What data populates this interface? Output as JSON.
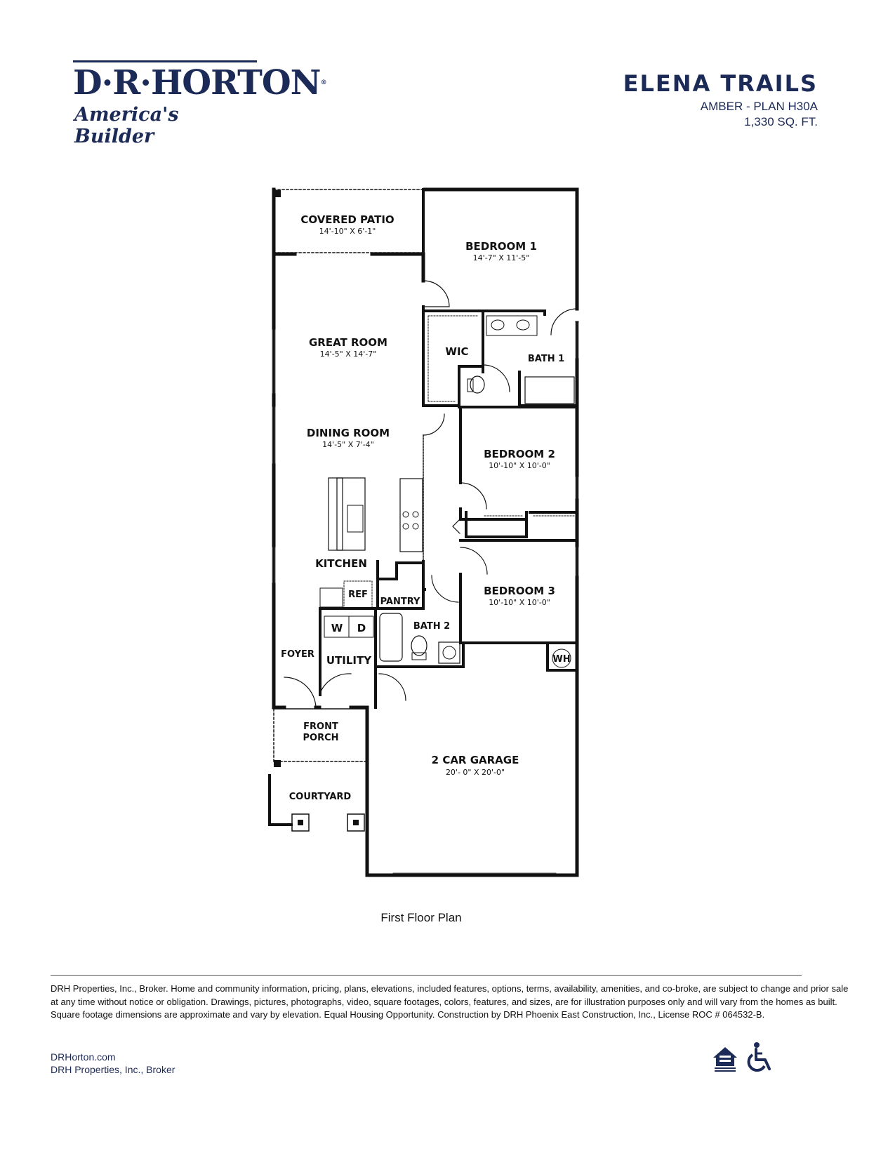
{
  "header": {
    "brand_name": "D·R·HORTON",
    "brand_reg": "®",
    "brand_tagline": "America's Builder",
    "community": "ELENA TRAILS",
    "plan_name": "AMBER - PLAN H30A",
    "square_feet": "1,330 SQ. FT."
  },
  "rooms": {
    "covered_patio": {
      "label": "COVERED PATIO",
      "dims": "14'-10\" X 6'-1\""
    },
    "bedroom1": {
      "label": "BEDROOM 1",
      "dims": "14'-7\" X 11'-5\""
    },
    "great_room": {
      "label": "GREAT ROOM",
      "dims": "14'-5\" X 14'-7\""
    },
    "wic": {
      "label": "WIC"
    },
    "bath1": {
      "label": "BATH 1"
    },
    "dining_room": {
      "label": "DINING ROOM",
      "dims": "14'-5\" X 7'-4\""
    },
    "bedroom2": {
      "label": "BEDROOM 2",
      "dims": "10'-10\" X 10'-0\""
    },
    "kitchen": {
      "label": "KITCHEN"
    },
    "ref": {
      "label": "REF"
    },
    "pantry": {
      "label": "PANTRY"
    },
    "bedroom3": {
      "label": "BEDROOM 3",
      "dims": "10'-10\" X 10'-0\""
    },
    "washer": {
      "label": "W"
    },
    "dryer": {
      "label": "D"
    },
    "bath2": {
      "label": "BATH 2"
    },
    "foyer": {
      "label": "FOYER"
    },
    "utility": {
      "label": "UTILITY"
    },
    "wh": {
      "label": "WH"
    },
    "front_porch": {
      "label_line1": "FRONT",
      "label_line2": "PORCH"
    },
    "garage": {
      "label": "2 CAR GARAGE",
      "dims": "20'- 0\" X 20'-0\""
    },
    "courtyard": {
      "label": "COURTYARD"
    }
  },
  "caption": "First Floor Plan",
  "disclaimer": "DRH Properties, Inc., Broker. Home and community information, pricing, plans, elevations, included features, options, terms, availability, amenities, and co-broke, are subject to change and prior sale at any time without notice or obligation. Drawings, pictures, photographs, video, square footages, colors, features, and sizes, are for illustration purposes only and will vary from the homes as built. Square footage dimensions are approximate and vary by elevation. Equal Housing Opportunity. Construction by DRH Phoenix East Construction, Inc., License ROC # 064532-B.",
  "footer": {
    "website": "DRHorton.com",
    "broker": "DRH Properties, Inc., Broker"
  },
  "icons": [
    "equal-housing-opportunity-icon",
    "wheelchair-accessible-icon"
  ],
  "colors": {
    "brand_navy": "#1c2a57"
  }
}
